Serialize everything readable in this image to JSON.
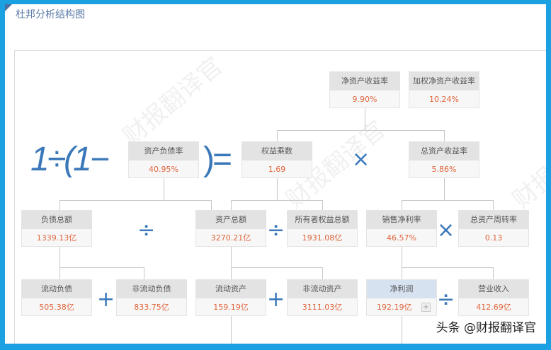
{
  "title": "杜邦分析结构图",
  "watermark": "财报翻译官",
  "credit": "头条 @财报翻译官",
  "formula": {
    "prefix": "1÷(1−",
    "suffix": ")=",
    "times": "×",
    "divide": "÷",
    "plus": "+"
  },
  "nodes": {
    "roe": {
      "label": "净资产收益率",
      "value": "9.90%"
    },
    "wroe": {
      "label": "加权净资产收益率",
      "value": "10.24%"
    },
    "debt_ratio": {
      "label": "资产负债率",
      "value": "40.95%"
    },
    "equity_mult": {
      "label": "权益乘数",
      "value": "1.69"
    },
    "roa": {
      "label": "总资产收益率",
      "value": "5.86%"
    },
    "total_liab": {
      "label": "负债总额",
      "value": "1339.13亿"
    },
    "total_assets": {
      "label": "资产总额",
      "value": "3270.21亿"
    },
    "equity": {
      "label": "所有者权益总额",
      "value": "1931.08亿"
    },
    "net_margin": {
      "label": "销售净利率",
      "value": "46.57%"
    },
    "asset_turnover": {
      "label": "总资产周转率",
      "value": "0.13"
    },
    "cur_liab": {
      "label": "流动负债",
      "value": "505.38亿"
    },
    "noncur_liab": {
      "label": "非流动负债",
      "value": "833.75亿"
    },
    "cur_assets": {
      "label": "流动资产",
      "value": "159.19亿"
    },
    "noncur_assets": {
      "label": "非流动资产",
      "value": "3111.03亿"
    },
    "net_profit": {
      "label": "净利润",
      "value": "192.19亿",
      "expand": "+"
    },
    "revenue": {
      "label": "营业收入",
      "value": "412.69亿"
    }
  }
}
